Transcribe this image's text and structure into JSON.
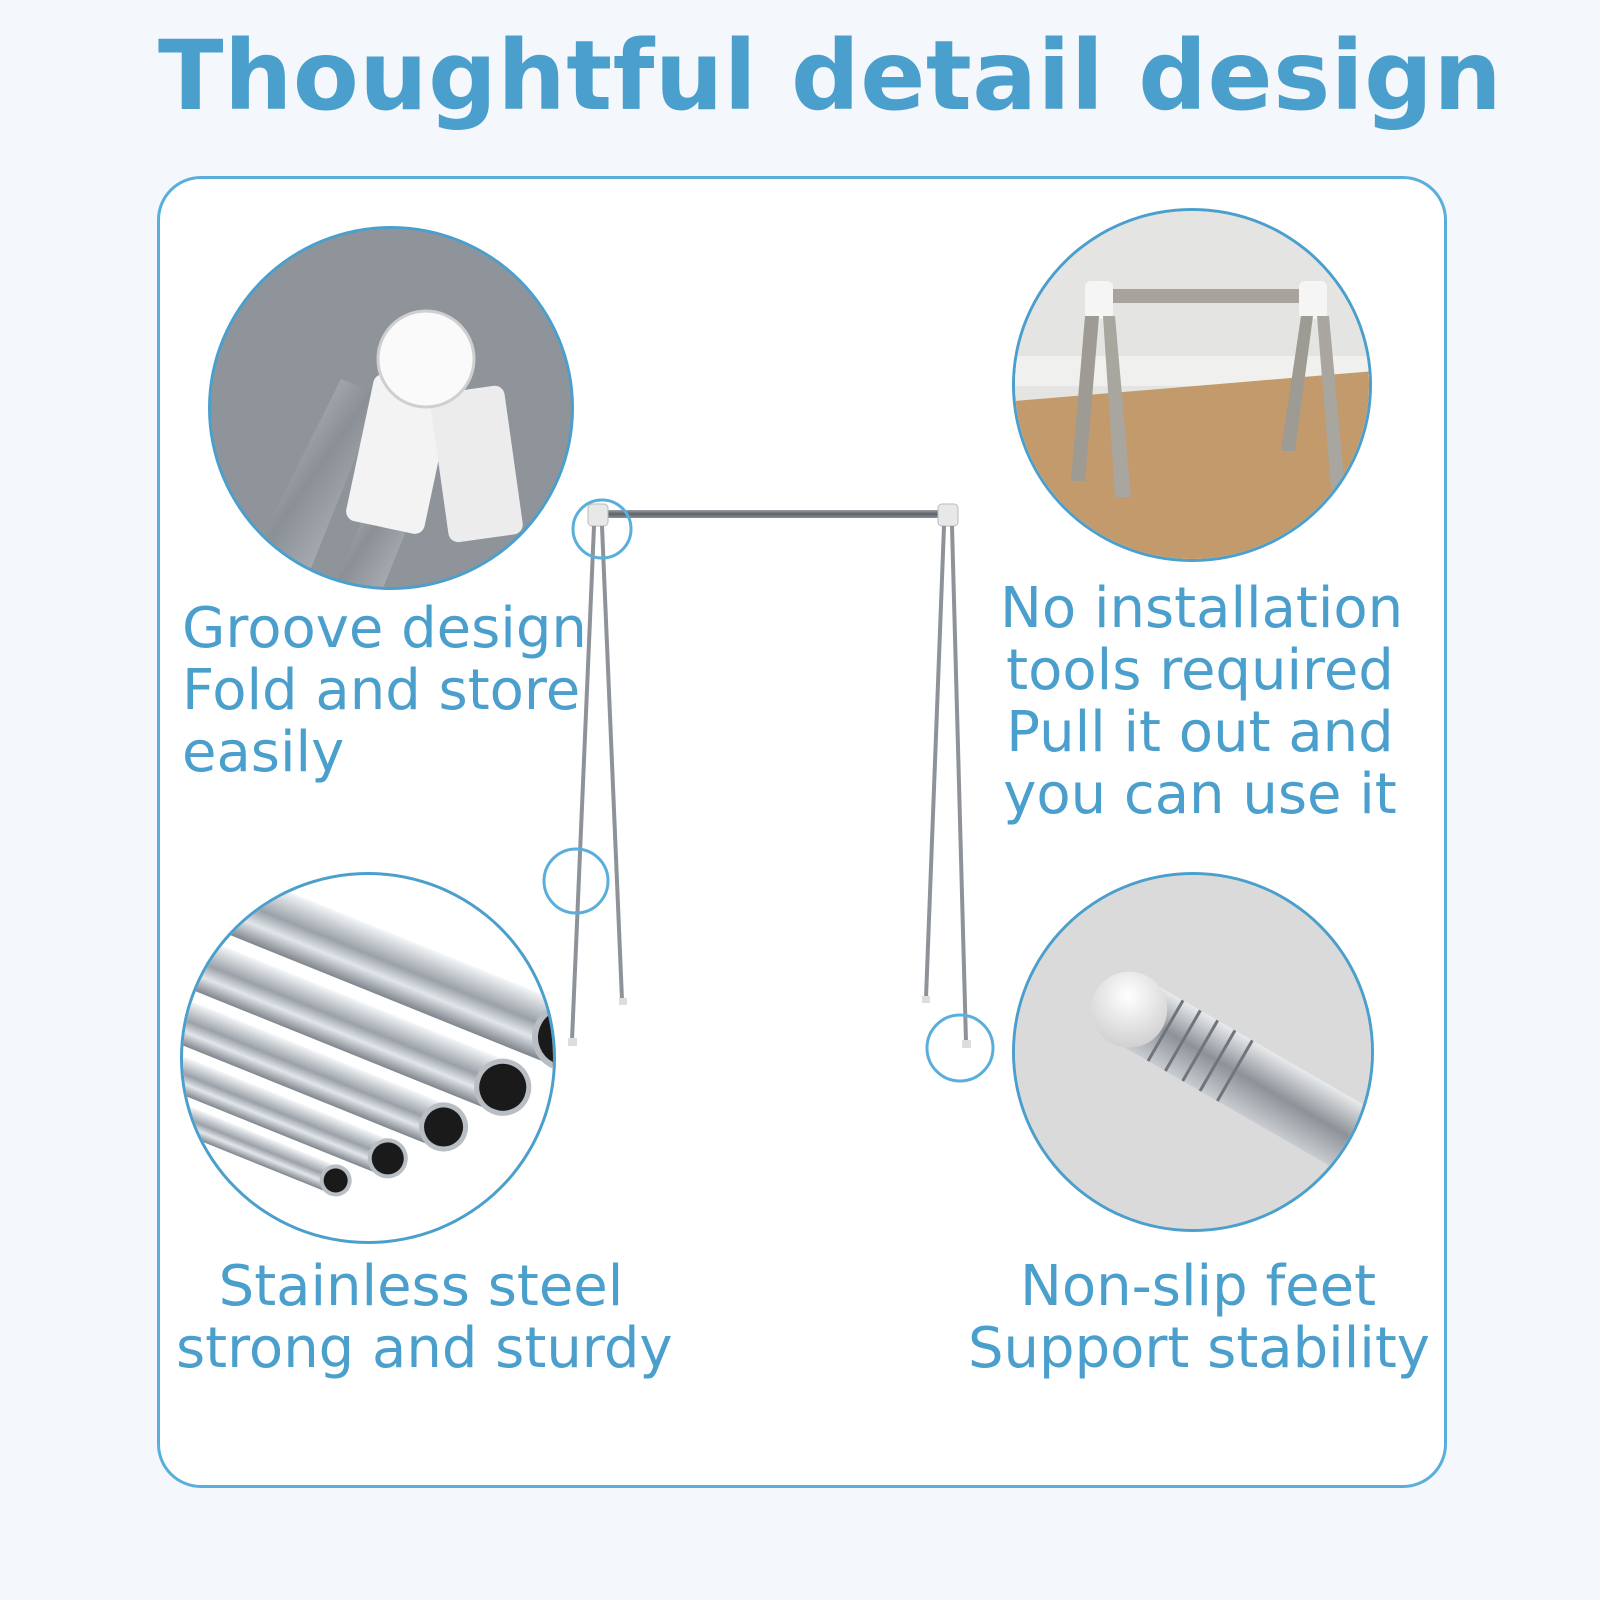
{
  "title": "Thoughtful detail design",
  "colors": {
    "accent": "#4b9fcc",
    "panel_border": "#5aaedb",
    "background": "#f4f7fb"
  },
  "features": [
    {
      "lines": [
        "Groove design",
        "Fold and store",
        "easily"
      ],
      "icon": "hinge-joint-photo"
    },
    {
      "lines": [
        "No installation",
        "tools required",
        "Pull it out and",
        "you can use it"
      ],
      "icon": "folding-rack-photo"
    },
    {
      "lines": [
        "Stainless steel",
        "strong and sturdy"
      ],
      "icon": "steel-tubes-photo"
    },
    {
      "lines": [
        "Non-slip feet",
        "Support stability"
      ],
      "icon": "rubber-foot-photo"
    }
  ]
}
